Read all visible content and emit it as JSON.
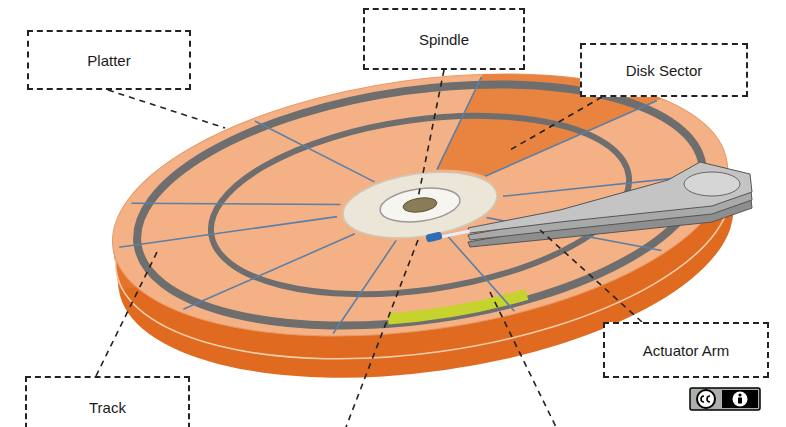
{
  "diagram": {
    "nodes": [
      {
        "text": [
          "Platter"
        ]
      },
      {
        "text": [
          "Spindle"
        ]
      },
      {
        "text": [
          "Disk Sector"
        ]
      },
      {
        "text": [
          "Actuator Arm"
        ]
      },
      {
        "text": [
          "Track"
        ]
      }
    ]
  }
}
